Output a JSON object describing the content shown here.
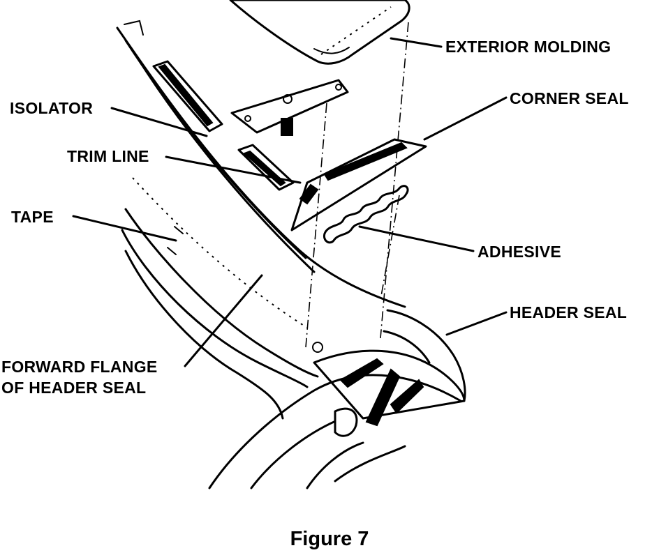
{
  "labels": {
    "exterior_molding": "EXTERIOR MOLDING",
    "corner_seal": "CORNER SEAL",
    "isolator": "ISOLATOR",
    "trim_line": "TRIM LINE",
    "tape": "TAPE",
    "adhesive": "ADHESIVE",
    "header_seal": "HEADER SEAL",
    "forward_flange_line1": "FORWARD FLANGE",
    "forward_flange_line2": "OF HEADER SEAL"
  },
  "caption": "Figure 7",
  "colors": {
    "ink": "#000000",
    "paper": "#ffffff"
  }
}
